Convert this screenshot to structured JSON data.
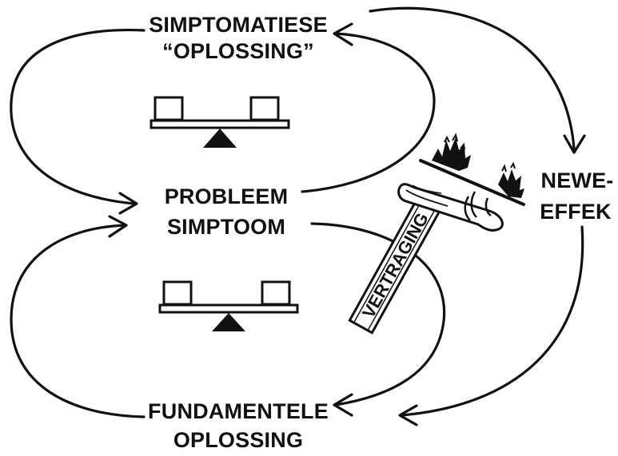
{
  "labels": {
    "symptomatic_line1": "SIMPTOMATIESE",
    "symptomatic_line2": "“OPLOSSING”",
    "problem_line1": "PROBLEEM",
    "problem_line2": "SIMPTOOM",
    "fundamental_line1": "FUNDAMENTELE",
    "fundamental_line2": "OPLOSSING",
    "side_effect_line1": "NEWE-",
    "side_effect_line2": "EFFEK",
    "delay": "VERTRAGING"
  },
  "icons": {
    "balance_top": "balance-scale-icon",
    "balance_bottom": "balance-scale-icon",
    "delay": "fuse-delay-icon"
  },
  "colors": {
    "ink": "#111111",
    "background": "#ffffff"
  }
}
